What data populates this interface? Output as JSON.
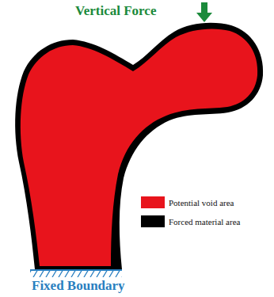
{
  "diagram": {
    "labels": [
      "Vertical Force",
      "Fixed Boundary"
    ],
    "legend": [
      {
        "text": "Potential void area",
        "color": "#e8141c"
      },
      {
        "text": "Forced material area",
        "color": "#000000"
      }
    ]
  }
}
